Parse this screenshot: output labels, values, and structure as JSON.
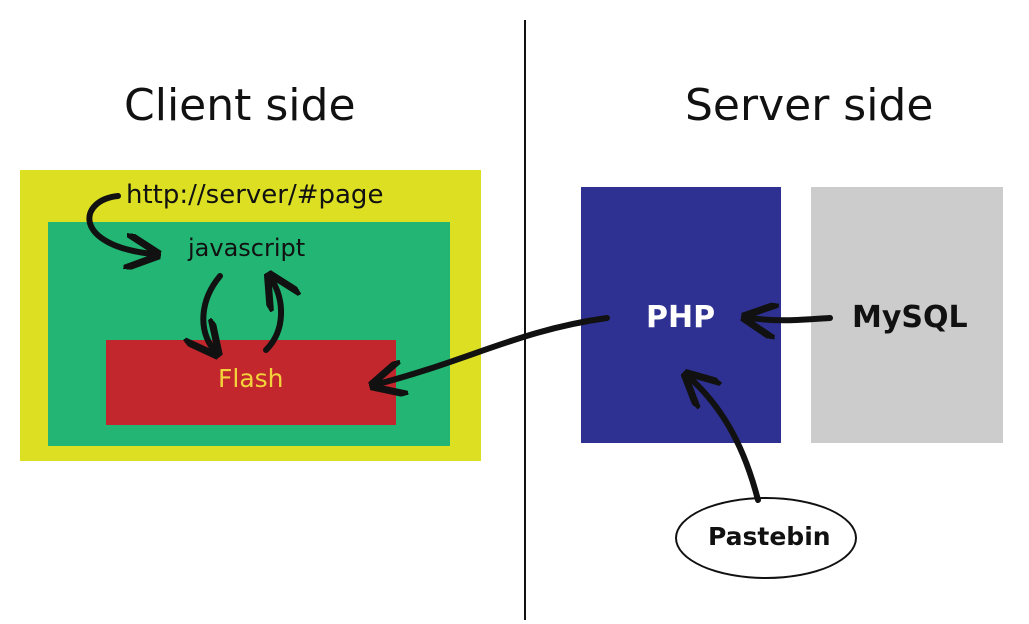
{
  "headings": {
    "client": "Client side",
    "server": "Server side"
  },
  "client": {
    "url_label": "http://server/#page",
    "js_label": "javascript",
    "flash_label": "Flash"
  },
  "server": {
    "php_label": "PHP",
    "mysql_label": "MySQL",
    "pastebin_label": "Pastebin"
  },
  "colors": {
    "url_box": "#dde022",
    "js_box": "#23b573",
    "flash_box": "#c1272d",
    "php_box": "#2e3192",
    "mysql_box": "#cccccc",
    "flash_text": "#f2d43a"
  }
}
